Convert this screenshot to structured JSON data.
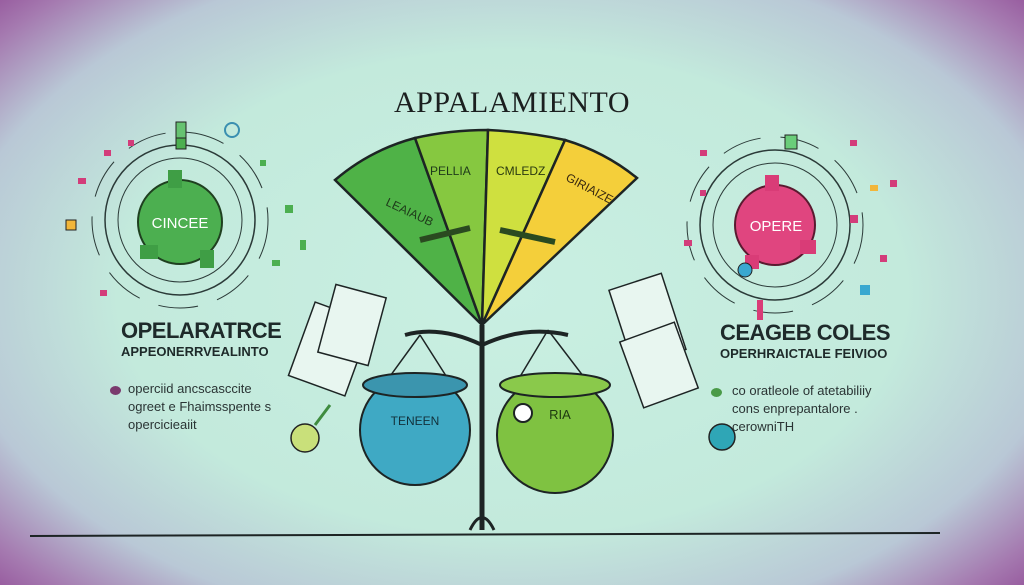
{
  "title": "APPALAMIENTO",
  "left": {
    "badge": "CINCEE",
    "heading": "OPELARATRCE",
    "subheading": "APPEONERRVEALINTO",
    "body_lines": [
      "operciid ancscasccite",
      "ogreet e Fhaimsspente s",
      "opercicieaiit"
    ],
    "bullet_color": "#7a3a6e"
  },
  "right": {
    "badge": "OPERE",
    "heading": "CEAGEB COLES",
    "subheading": "OPERHRAICTALE FEIVIOO",
    "body_lines": [
      "co oratleole of atetabiliiy",
      "cons enprepantalore .",
      "cerowniTH"
    ],
    "bullet_color": "#4a9a48"
  },
  "fan": {
    "segments": [
      {
        "label": "LEAIAUB",
        "color": "#4fb247"
      },
      {
        "label": "PELLIA",
        "color": "#86c840"
      },
      {
        "label": "CMLEDZ",
        "color": "#cfe03f"
      },
      {
        "label": "GIRIAIZE",
        "color": "#f4cf3a"
      }
    ]
  },
  "scale": {
    "left_pan_label": "TENEEN",
    "right_pan_label": "RIA",
    "left_color": "#3fa9c4",
    "right_color": "#7fc241"
  },
  "colors": {
    "left_gear": "#4caf50",
    "right_gear": "#e0457f",
    "background_edge": "#94539a"
  }
}
